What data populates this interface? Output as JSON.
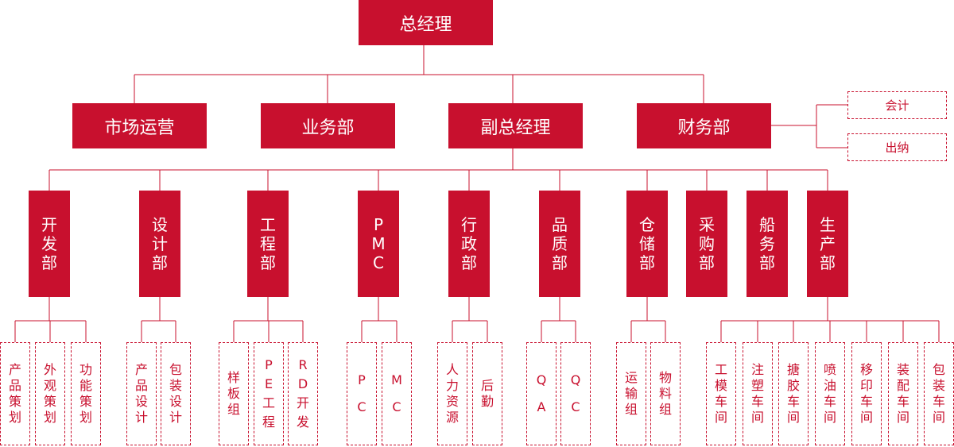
{
  "accent": "#c8102e",
  "root": {
    "label": "总经理"
  },
  "level2": [
    {
      "id": "market",
      "label": "市场运营"
    },
    {
      "id": "sales",
      "label": "业务部"
    },
    {
      "id": "vgm",
      "label": "副总经理"
    },
    {
      "id": "finance",
      "label": "财务部"
    }
  ],
  "finance_sub": [
    {
      "id": "accounting",
      "label": "会计"
    },
    {
      "id": "cashier",
      "label": "出纳"
    }
  ],
  "departments": [
    {
      "id": "dev",
      "label": "开发部",
      "children": [
        "产品策划",
        "外观策划",
        "功能策划"
      ]
    },
    {
      "id": "design",
      "label": "设计部",
      "children": [
        "产品设计",
        "包装设计"
      ]
    },
    {
      "id": "eng",
      "label": "工程部",
      "children": [
        "样板组",
        "PE工程",
        "RD开发"
      ]
    },
    {
      "id": "pmc",
      "label": "PMC",
      "children": [
        "PC",
        "MC"
      ]
    },
    {
      "id": "admin",
      "label": "行政部",
      "children": [
        "人力资源",
        "后勤"
      ]
    },
    {
      "id": "qa",
      "label": "品质部",
      "children": [
        "QA",
        "QC"
      ]
    },
    {
      "id": "warehouse",
      "label": "仓储部",
      "children": [
        "运输组",
        "物料组"
      ]
    },
    {
      "id": "purchase",
      "label": "采购部",
      "children": []
    },
    {
      "id": "shipping",
      "label": "船务部",
      "children": []
    },
    {
      "id": "production",
      "label": "生产部",
      "children": [
        "工模车间",
        "注塑车间",
        "搪胶车间",
        "喷油车间",
        "移印车间",
        "装配车间",
        "包装车间"
      ]
    }
  ]
}
